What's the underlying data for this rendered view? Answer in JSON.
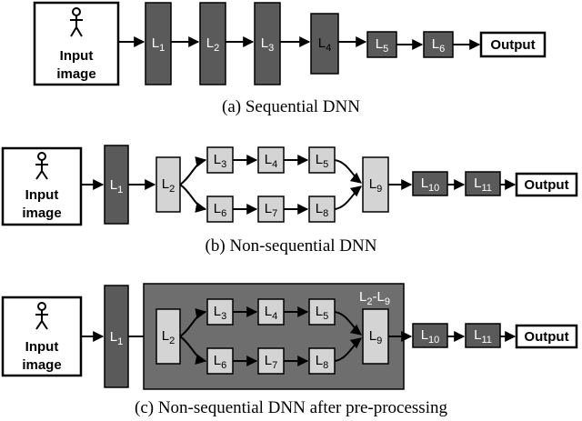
{
  "captions": {
    "a": "(a) Sequential DNN",
    "b": "(b) Non-sequential DNN",
    "c": "(c) Non-sequential DNN after pre-processing"
  },
  "input": {
    "line1": "Input",
    "line2": "image"
  },
  "output_label": "Output",
  "group_label": {
    "main": "L",
    "sub1": "2",
    "dash": "-L",
    "sub2": "9"
  },
  "layer_prefix": "L",
  "layers_a": [
    "1",
    "2",
    "3",
    "4",
    "5",
    "6"
  ],
  "layers_b": [
    "1",
    "2",
    "3",
    "4",
    "5",
    "6",
    "7",
    "8",
    "9",
    "10",
    "11"
  ],
  "colors": {
    "dark": "#5a5a5a",
    "light": "#d4d4d4",
    "group": "#6e6e6e"
  }
}
